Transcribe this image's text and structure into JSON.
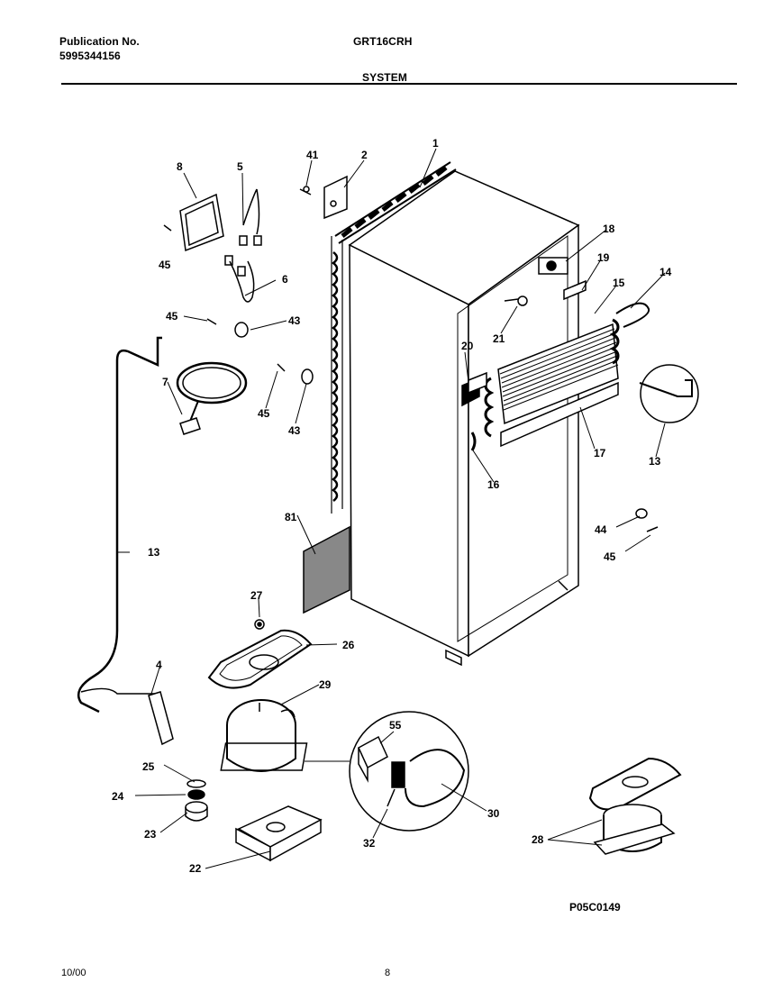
{
  "header": {
    "publication_label": "Publication No.",
    "publication_number": "5995344156",
    "model": "GRT16CRH",
    "section": "SYSTEM"
  },
  "footer": {
    "date": "10/00",
    "page": "8"
  },
  "diagram_code": "P05C0149",
  "callouts": [
    "1",
    "2",
    "41",
    "8",
    "5",
    "45",
    "6",
    "43",
    "45",
    "7",
    "45",
    "43",
    "18",
    "19",
    "14",
    "15",
    "21",
    "20",
    "13",
    "17",
    "16",
    "81",
    "44",
    "45",
    "27",
    "26",
    "29",
    "4",
    "13",
    "55",
    "25",
    "24",
    "23",
    "30",
    "32",
    "22",
    "28"
  ]
}
